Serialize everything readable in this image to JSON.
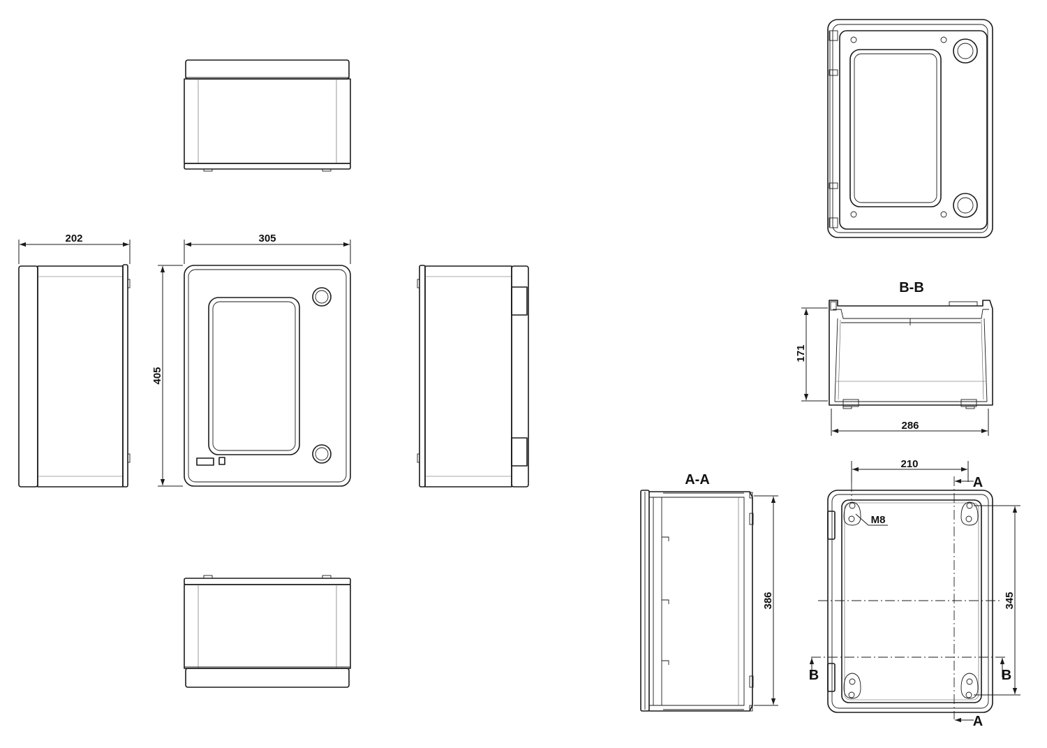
{
  "dimensions": {
    "side_depth": "202",
    "front_width": "305",
    "front_height": "405",
    "section_bb_height": "171",
    "section_bb_width": "286",
    "section_aa_height": "386",
    "mount_width": "210",
    "mount_height": "345"
  },
  "labels": {
    "section_aa_title": "A-A",
    "section_bb_title": "B-B",
    "cut_a": "A",
    "cut_b": "B",
    "thread": "M8"
  }
}
